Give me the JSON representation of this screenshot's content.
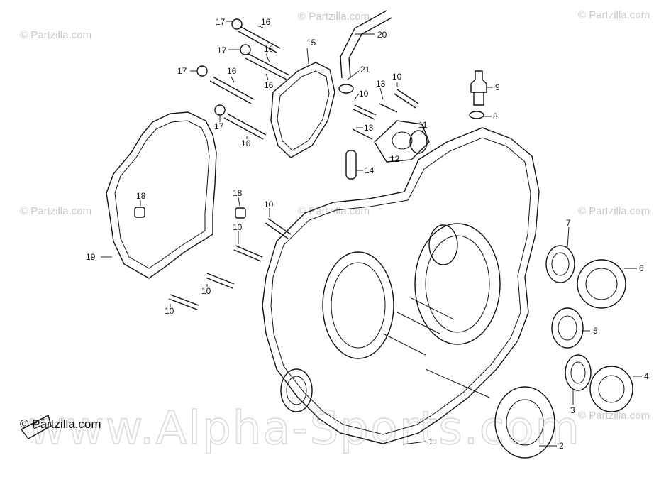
{
  "watermarks": {
    "small": "© Partzilla.com",
    "big": "www.Alpha-Sports.com",
    "corner": "© Partzilla.com"
  },
  "callouts": [
    {
      "id": "c17a",
      "text": "17"
    },
    {
      "id": "c16a",
      "text": "16"
    },
    {
      "id": "c20",
      "text": "20"
    },
    {
      "id": "c15",
      "text": "15"
    },
    {
      "id": "c17b",
      "text": "17"
    },
    {
      "id": "c16b",
      "text": "16"
    },
    {
      "id": "c17c",
      "text": "17"
    },
    {
      "id": "c16c",
      "text": "16"
    },
    {
      "id": "c16d",
      "text": "16"
    },
    {
      "id": "c21",
      "text": "21"
    },
    {
      "id": "c10a",
      "text": "10"
    },
    {
      "id": "c13a",
      "text": "13"
    },
    {
      "id": "c10b",
      "text": "10"
    },
    {
      "id": "c9",
      "text": "9"
    },
    {
      "id": "c17d",
      "text": "17"
    },
    {
      "id": "c13b",
      "text": "13"
    },
    {
      "id": "c8",
      "text": "8"
    },
    {
      "id": "c11",
      "text": "11"
    },
    {
      "id": "c12",
      "text": "12"
    },
    {
      "id": "c16e",
      "text": "16"
    },
    {
      "id": "c14",
      "text": "14"
    },
    {
      "id": "c18a",
      "text": "18"
    },
    {
      "id": "c18b",
      "text": "18"
    },
    {
      "id": "c10c",
      "text": "10"
    },
    {
      "id": "c10d",
      "text": "10"
    },
    {
      "id": "c19",
      "text": "19"
    },
    {
      "id": "c7",
      "text": "7"
    },
    {
      "id": "c6",
      "text": "6"
    },
    {
      "id": "c10e",
      "text": "10"
    },
    {
      "id": "c10f",
      "text": "10"
    },
    {
      "id": "c5",
      "text": "5"
    },
    {
      "id": "c4",
      "text": "4"
    },
    {
      "id": "c3",
      "text": "3"
    },
    {
      "id": "c2",
      "text": "2"
    },
    {
      "id": "c1",
      "text": "1"
    }
  ]
}
